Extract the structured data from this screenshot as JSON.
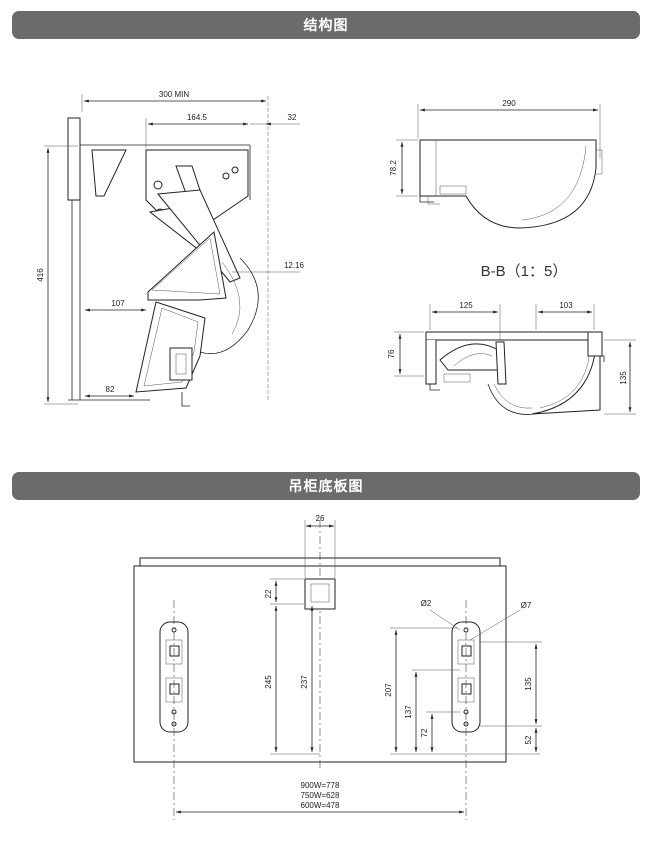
{
  "sections": {
    "structure_title": "结构图",
    "base_title": "吊柜底板图"
  },
  "side_view": {
    "dim_300min": "300 MIN",
    "dim_1645": "164.5",
    "dim_32": "32",
    "dim_416": "416",
    "dim_1216": "12.16",
    "dim_107": "107",
    "dim_82": "82"
  },
  "top_view": {
    "dim_290": "290",
    "dim_782": "78.2"
  },
  "section_view": {
    "label": "B-B（1：5）",
    "dim_125": "125",
    "dim_103": "103",
    "dim_76": "76",
    "dim_135": "135"
  },
  "base_plate": {
    "dim_26": "26",
    "dim_22": "22",
    "dim_245": "245",
    "dim_237": "237",
    "dim_207": "207",
    "dim_137": "137",
    "dim_72": "72",
    "dim_135": "135",
    "dim_52": "52",
    "dim_d2": "Ø2",
    "dim_d7": "Ø7",
    "width_900": "900W=778",
    "width_750": "750W=628",
    "width_600": "600W=478"
  }
}
